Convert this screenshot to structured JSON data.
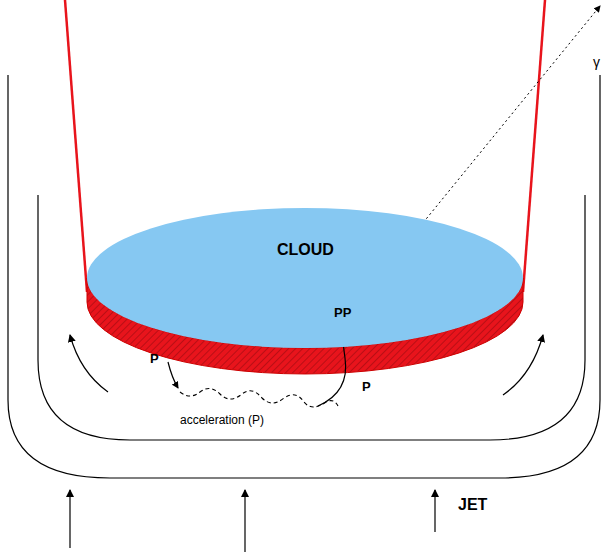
{
  "diagram": {
    "nodes": [
      {
        "text": [
          "CLOUD"
        ]
      }
    ],
    "labels": [
      "P",
      "P",
      "PP",
      "acceleration (P)",
      "JET",
      "γ"
    ]
  }
}
